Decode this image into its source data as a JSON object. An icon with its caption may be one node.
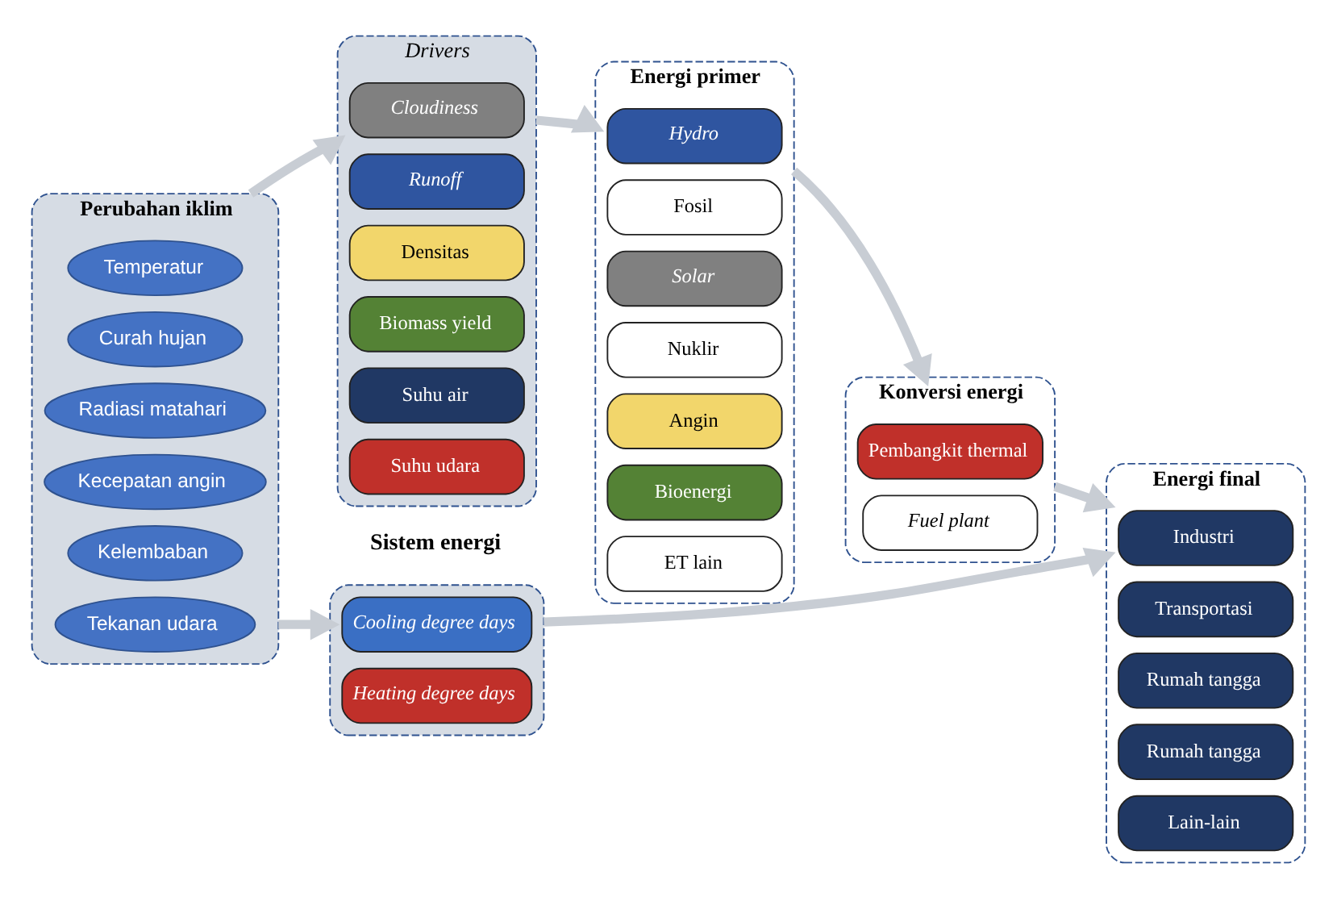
{
  "diagram": {
    "nodes": [
      {
        "text": [
          "Perubahan iklim"
        ]
      },
      {
        "text": [
          "Temperatur"
        ],
        "in": 0
      },
      {
        "text": [
          "Curah hujan"
        ],
        "in": 0
      },
      {
        "text": [
          "Radiasi matahari"
        ],
        "in": 0
      },
      {
        "text": [
          "Kecepatan angin"
        ],
        "in": 0
      },
      {
        "text": [
          "Kelembaban"
        ],
        "in": 0
      },
      {
        "text": [
          "Tekanan udara"
        ],
        "in": 0
      },
      {
        "text": [
          "Drivers"
        ]
      },
      {
        "text": [
          "Cloudiness"
        ],
        "in": 7
      },
      {
        "text": [
          "Runoff"
        ],
        "in": 7
      },
      {
        "text": [
          "Densitas"
        ],
        "in": 7
      },
      {
        "text": [
          "Biomass yield"
        ],
        "in": 7
      },
      {
        "text": [
          "Suhu air"
        ],
        "in": 7
      },
      {
        "text": [
          "Suhu udara"
        ],
        "in": 7
      },
      {
        "text": [],
        "shape": "box"
      },
      {
        "text": [
          "Cooling degree days"
        ],
        "in": 14
      },
      {
        "text": [
          "Heating degree days"
        ],
        "in": 14
      },
      {
        "text": [
          "Energi primer"
        ]
      },
      {
        "text": [
          "Hydro"
        ],
        "in": 17
      },
      {
        "text": [
          "Fosil"
        ],
        "in": 17
      },
      {
        "text": [
          "Solar"
        ],
        "in": 17
      },
      {
        "text": [
          "Nuklir"
        ],
        "in": 17
      },
      {
        "text": [
          "Angin"
        ],
        "in": 17
      },
      {
        "text": [
          "Bioenergi"
        ],
        "in": 17
      },
      {
        "text": [
          "ET lain"
        ],
        "in": 17
      },
      {
        "text": [
          "Konversi energi"
        ]
      },
      {
        "text": [
          "Pembangkit thermal"
        ],
        "in": 25
      },
      {
        "text": [
          "Fuel plant"
        ],
        "in": 25
      },
      {
        "text": [
          "Energi final"
        ]
      },
      {
        "text": [
          "Industri"
        ],
        "in": 28
      },
      {
        "text": [
          "Transportasi"
        ],
        "in": 28
      },
      {
        "text": [
          "Rumah tangga"
        ],
        "in": 28
      },
      {
        "text": [
          "Rumah tangga"
        ],
        "in": 28
      },
      {
        "text": [
          "Lain-lain"
        ],
        "in": 28
      }
    ],
    "edges": [
      {
        "from": 0,
        "to": 7,
        "arrow": "to"
      },
      {
        "from": 7,
        "to": 17,
        "arrow": "to"
      },
      {
        "from": 0,
        "to": 14,
        "arrow": "to"
      },
      {
        "from": 14,
        "to": 28,
        "arrow": "to"
      },
      {
        "from": 17,
        "to": 25,
        "arrow": "to"
      },
      {
        "from": 25,
        "to": 28,
        "arrow": "to"
      }
    ],
    "labels": [
      "Sistem energi"
    ]
  }
}
